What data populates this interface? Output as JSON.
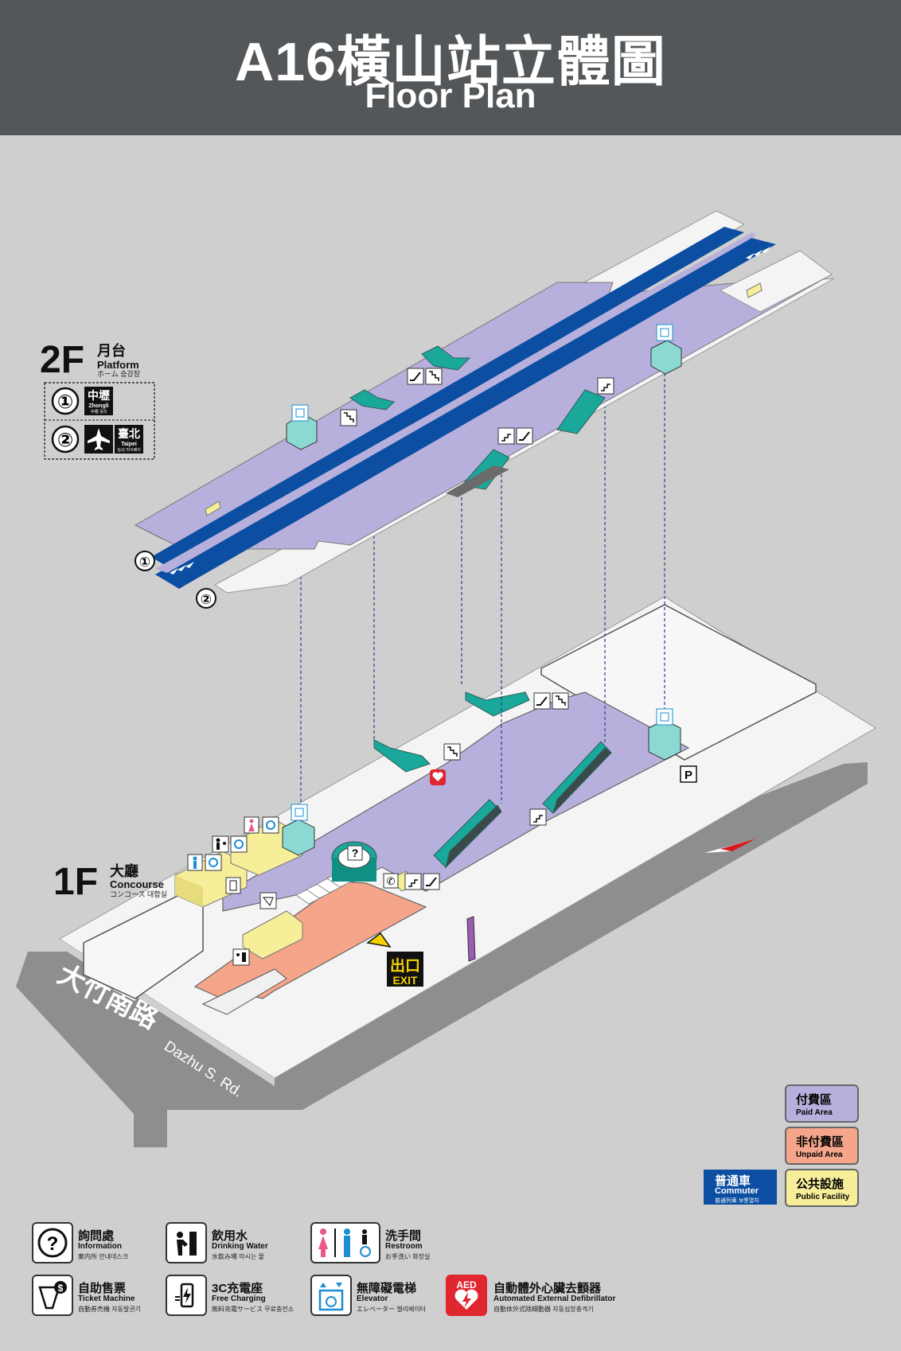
{
  "header": {
    "title": "A16橫山站立體圖",
    "subtitle": "Floor Plan"
  },
  "floors": {
    "platform": {
      "level": "2F",
      "zh": "月台",
      "en": "Platform",
      "sub": "ホーム 승강장"
    },
    "concourse": {
      "level": "1F",
      "zh": "大廳",
      "en": "Concourse",
      "sub": "コンコース 대합실"
    }
  },
  "tracks": [
    {
      "num": "①",
      "dest_zh": "中壢",
      "dest_en": "Zhongli",
      "dest_sub": "中壢 중리"
    },
    {
      "num": "②",
      "dest_zh": "臺北",
      "dest_en": "Taipei",
      "dest_sub": "台北 타이베이"
    }
  ],
  "street": {
    "zh": "大竹南路",
    "en": "Dazhu S. Rd."
  },
  "exit": {
    "zh": "出口",
    "en": "EXIT"
  },
  "parking": "P",
  "aed_label": "AED",
  "area_key": [
    {
      "zh": "付費區",
      "en": "Paid Area",
      "color": "#b8b0dc"
    },
    {
      "zh": "非付費區",
      "en": "Unpaid Area",
      "color": "#f4a58a"
    },
    {
      "zh": "公共設施",
      "en": "Public Facility",
      "color": "#f7ee9a"
    }
  ],
  "commuter": {
    "zh": "普通車",
    "en": "Commuter",
    "sub": "普通列車 보통열차",
    "color": "#0b4ea2"
  },
  "legend": [
    {
      "icon": "information-icon",
      "zh": "詢問處",
      "en": "Information",
      "sub": "案内所 안내데스크"
    },
    {
      "icon": "drinking-water-icon",
      "zh": "飲用水",
      "en": "Drinking Water",
      "sub": "水飲み場 마시는 물"
    },
    {
      "icon": "restroom-icon",
      "zh": "洗手間",
      "en": "Restroom",
      "sub": "お手洗い 화장실"
    },
    {
      "icon": "ticket-machine-icon",
      "zh": "自助售票",
      "en": "Ticket Machine",
      "sub": "自動券売機 자동발권기"
    },
    {
      "icon": "charging-icon",
      "zh": "3C充電座",
      "en": "Free Charging",
      "sub": "無料充電サービス 무료충전소"
    },
    {
      "icon": "elevator-icon",
      "zh": "無障礙電梯",
      "en": "Elevator",
      "sub": "エレベーター 엘리베이터"
    },
    {
      "icon": "aed-icon",
      "zh": "自動體外心臟去顫器",
      "en": "Automated External Defibrillator",
      "sub": "自動体外式除細動器 자동심장충격기"
    }
  ]
}
